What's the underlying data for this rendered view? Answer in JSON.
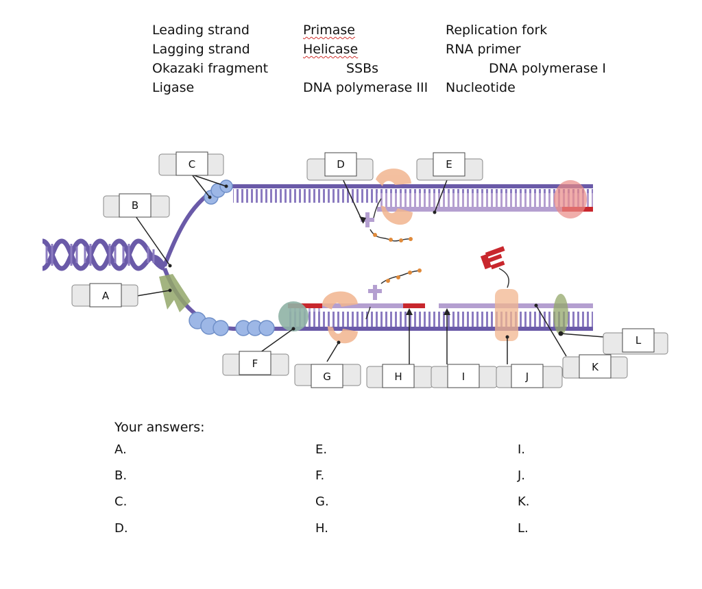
{
  "word_bank": {
    "col1": [
      "Leading strand",
      "Lagging strand",
      "Okazaki fragment",
      "Ligase"
    ],
    "col2": [
      "Primase",
      "Helicase",
      "SSBs",
      "DNA polymerase III"
    ],
    "col3": [
      "Replication fork",
      "RNA primer",
      "DNA polymerase I",
      "Nucleotide"
    ]
  },
  "labels": {
    "A": "A",
    "B": "B",
    "C": "C",
    "D": "D",
    "E": "E",
    "F": "F",
    "G": "G",
    "H": "H",
    "I": "I",
    "J": "J",
    "K": "K",
    "L": "L"
  },
  "answers": {
    "title": "Your answers:",
    "col1": [
      "A.",
      "B.",
      "C.",
      "D."
    ],
    "col2": [
      "E.",
      "F.",
      "G.",
      "H."
    ],
    "col3": [
      "I.",
      "J.",
      "K.",
      "L."
    ]
  },
  "colors": {
    "dna": "#6a5aa8",
    "light_strand": "#b49fd0",
    "primer": "#c8272d",
    "ssb": "#9db7e6",
    "polymerase": "#f1b58f",
    "helicase": "#93a76a",
    "ligase": "#8ea874",
    "clamp": "#8fb2a5"
  }
}
